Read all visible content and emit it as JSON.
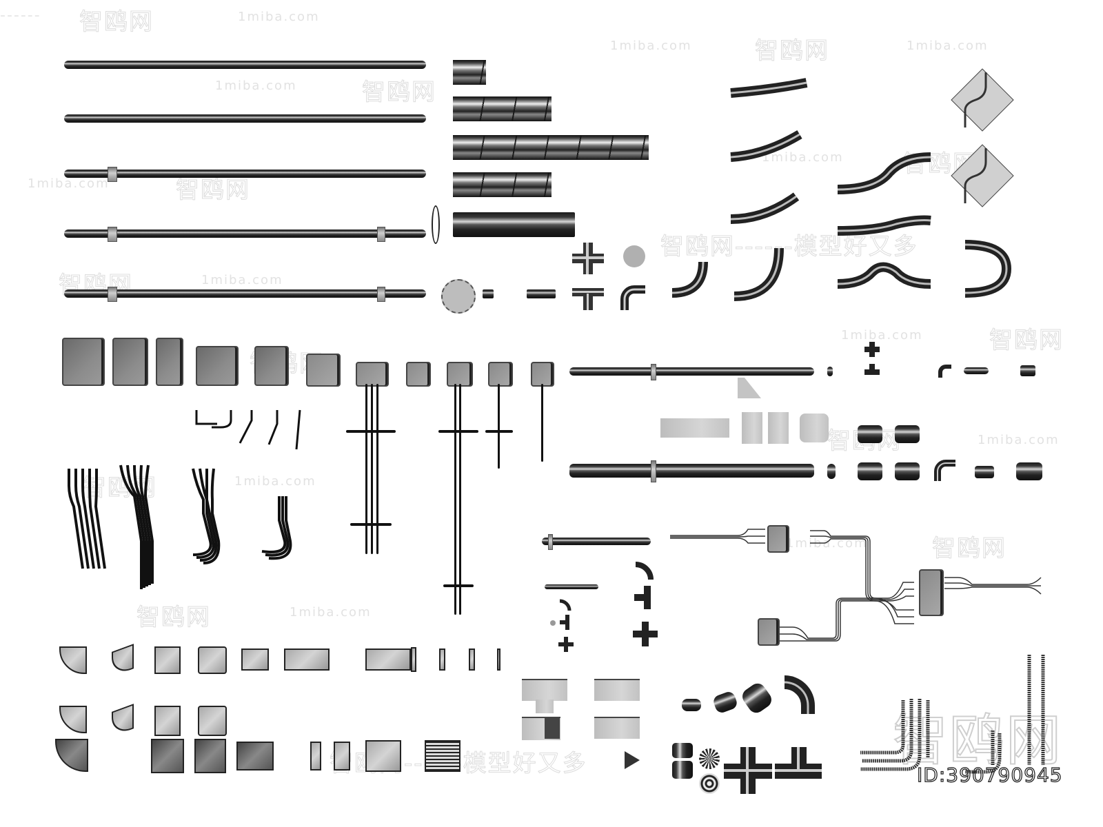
{
  "watermarks": {
    "site_cn": "智鸥网",
    "site_url": "1miba.com",
    "slogan": "智鸥网------模型好又多",
    "dashes": "------"
  },
  "model_id": {
    "label": "ID:390790945"
  },
  "catalog_groups": [
    {
      "name": "straight-conduit-rods",
      "count": 5
    },
    {
      "name": "spiral-wrapped-pipes",
      "count": 5
    },
    {
      "name": "corrugated-flexible-bends",
      "count": 8
    },
    {
      "name": "wall-plate-conduits",
      "count": 2
    },
    {
      "name": "junction-boxes",
      "count": 11
    },
    {
      "name": "cable-bundles",
      "count": 4
    },
    {
      "name": "pipe-fittings",
      "count": 20
    },
    {
      "name": "wiring-harness-network",
      "count": 3
    },
    {
      "name": "rectangular-duct-fittings",
      "count": 24
    },
    {
      "name": "round-duct-elbows-and-tees",
      "count": 10
    },
    {
      "name": "rebar-conduit-bends",
      "count": 4
    }
  ],
  "colors": {
    "background": "#ffffff",
    "metal_dark": "#1a1a1a",
    "metal_highlight": "#d8d8d8",
    "box_gray": "#8c8c8c",
    "plate_gray": "#c8c8c8",
    "watermark": "#dcdcdc"
  }
}
